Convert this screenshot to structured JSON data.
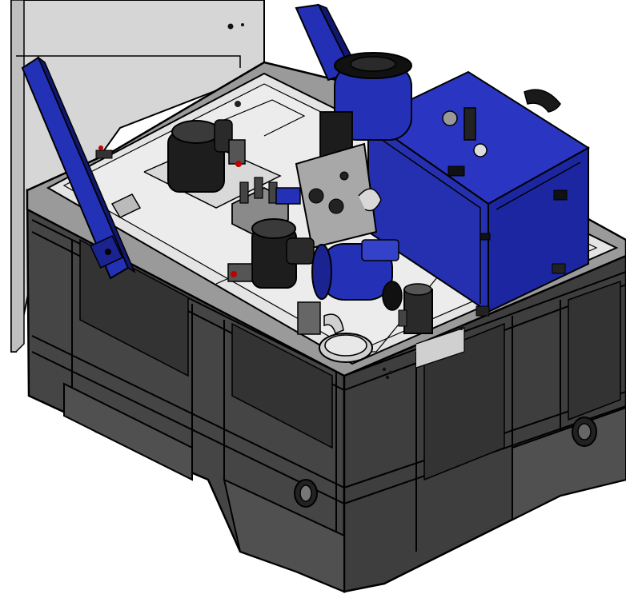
{
  "scene": {
    "colors": {
      "background": "#ffffff",
      "outline": "#000000",
      "crate_body": "#4a4a4a",
      "crate_face": "#3a3a3a",
      "crate_dark": "#2c2c2c",
      "crate_light": "#5c5c5c",
      "deck_top": "#e6e6e6",
      "deck_rim": "#bdbdbd",
      "panel_grey": "#cfcfcf",
      "blue_main": "#1e28a8",
      "blue_dark": "#101870",
      "blue_light": "#3a48d8",
      "component_black": "#1a1a1a",
      "component_grey": "#7a7a7a",
      "metal_light": "#d8d8d8",
      "accent_red": "#c00000"
    },
    "components": [
      "background-panel",
      "plastic-pallet-crate",
      "deck-plate",
      "blue-lift-arm-left",
      "blue-lift-arm-rear",
      "blue-control-cabinet",
      "blue-blower-motor",
      "blue-pump-motor",
      "black-filter-motor-rear",
      "black-filter-motor-front",
      "manifold-valve-block",
      "fill-cap",
      "level-gauge"
    ]
  }
}
